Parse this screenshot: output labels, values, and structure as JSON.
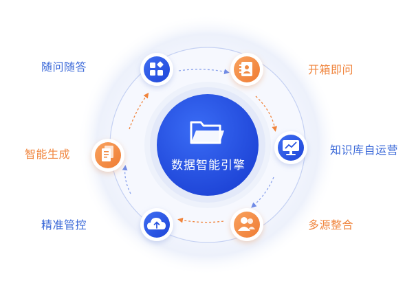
{
  "center": {
    "title": "数据智能引擎",
    "icon": "folder-icon"
  },
  "nodes": [
    {
      "id": "suiwen",
      "label": "随问随答",
      "icon": "app-grid-icon",
      "color": "blue"
    },
    {
      "id": "kaixiang",
      "label": "开箱即问",
      "icon": "contact-book-icon",
      "color": "orange"
    },
    {
      "id": "zhishiku",
      "label": "知识库自运营",
      "icon": "monitor-chart-icon",
      "color": "blue"
    },
    {
      "id": "duoyuan",
      "label": "多源整合",
      "icon": "users-icon",
      "color": "orange"
    },
    {
      "id": "jingzhun",
      "label": "精准管控",
      "icon": "cloud-upload-icon",
      "color": "blue"
    },
    {
      "id": "zhineng",
      "label": "智能生成",
      "icon": "documents-icon",
      "color": "orange"
    }
  ],
  "colors": {
    "blue": "#2a55e0",
    "orange": "#f0843c",
    "ring": "#b9c7f2",
    "halo": "#eef2fb"
  }
}
